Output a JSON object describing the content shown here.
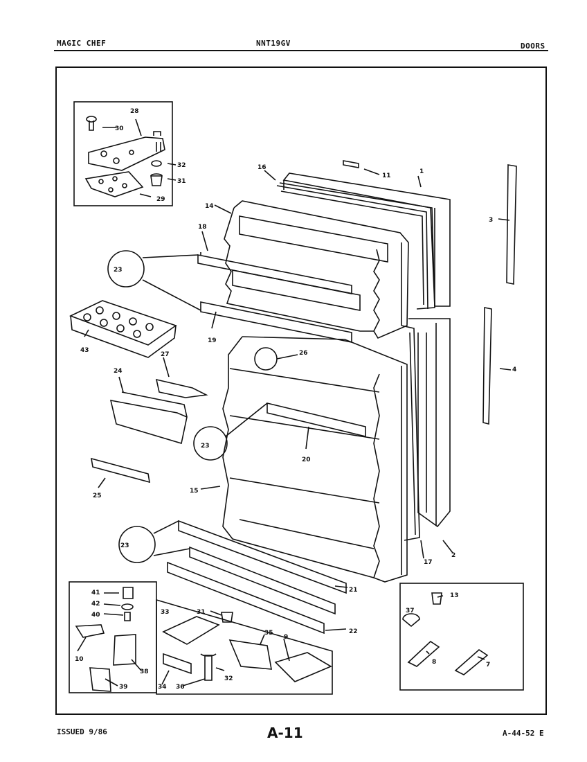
{
  "header": {
    "brand": "MAGIC CHEF",
    "model": "NNT19GV",
    "section": "DOORS"
  },
  "footer": {
    "issued": "ISSUED 9/86",
    "page": "A-11",
    "code": "A-44-52 E"
  },
  "callouts": {
    "c1": "1",
    "c2": "2",
    "c3": "3",
    "c4": "4",
    "c7": "7",
    "c8": "8",
    "c9": "9",
    "c10": "10",
    "c11": "11",
    "c13": "13",
    "c14": "14",
    "c15": "15",
    "c16": "16",
    "c17": "17",
    "c18": "18",
    "c19": "19",
    "c20": "20",
    "c21": "21",
    "c22": "22",
    "c23a": "23",
    "c23b": "23",
    "c23c": "23",
    "c24": "24",
    "c25": "25",
    "c26": "26",
    "c27": "27",
    "c28": "28",
    "c29": "29",
    "c30": "30",
    "c31a": "31",
    "c31b": "31",
    "c32a": "32",
    "c32b": "32",
    "c33": "33",
    "c34": "34",
    "c35": "35",
    "c36": "36",
    "c37": "37",
    "c38": "38",
    "c39": "39",
    "c40": "40",
    "c41": "41",
    "c42": "42",
    "c43": "43"
  }
}
